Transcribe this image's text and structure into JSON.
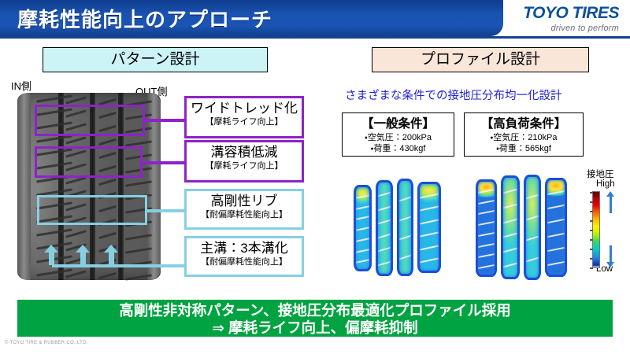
{
  "header": {
    "title": "摩耗性能向上のアプローチ",
    "brand": "TOYO TIRES",
    "tagline": "driven to perform",
    "bar_color": "#1a54b4"
  },
  "left_panel": {
    "section_title": "パターン設計",
    "section_bg": "#ccf3f5",
    "in_label": "IN側",
    "out_label": "OUT側",
    "callouts": [
      {
        "main": "ワイドトレッド化",
        "sub": "【摩耗ライフ向上】",
        "accent": "#8d23c9"
      },
      {
        "main": "溝容積低減",
        "sub": "【摩耗ライフ向上】",
        "accent": "#8d23c9"
      },
      {
        "main": "高剛性リブ",
        "sub": "【耐偏摩耗性能向上】",
        "accent": "#86cfe2"
      },
      {
        "main": "主溝：3本溝化",
        "sub": "【耐偏摩耗性能向上】",
        "accent": "#86cfe2"
      }
    ]
  },
  "right_panel": {
    "section_title": "プロファイル設計",
    "section_bg": "#fae6d8",
    "lead_text": "さまざまな条件での接地圧分布均一化設計",
    "lead_color": "#2323d6",
    "conditions": [
      {
        "title": "【一般条件】",
        "line1": "・空気圧：200kPa",
        "line2": "・荷重：430kgf"
      },
      {
        "title": "【高負荷条件】",
        "line1": "・空気圧：210kPa",
        "line2": "・荷重：565kgf"
      }
    ],
    "legend": {
      "title": "接地圧",
      "high": "High",
      "low": "Low"
    }
  },
  "footer": {
    "line1": "高剛性非対称パターン、接地圧分布最適化プロファイル採用",
    "line2": "⇒ 摩耗ライフ向上、偏摩耗抑制",
    "banner_color": "#00a341",
    "copyright": "© TOYO TIRE & RUBBER CO.,LTD."
  }
}
